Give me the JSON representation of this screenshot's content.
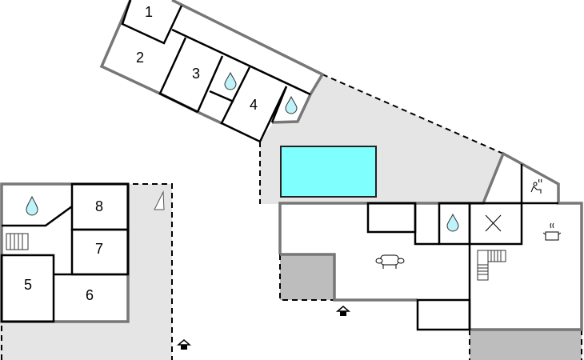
{
  "rooms": [
    "1",
    "2",
    "3",
    "4",
    "5",
    "6",
    "7",
    "8"
  ],
  "colors": {
    "terrace": "#e5e5e5",
    "covered": "#bdbdbd",
    "pool": "#80ffff",
    "water": "#bff3fa"
  },
  "icons": [
    "bathroom-drop-icon",
    "stairs-icon",
    "sofa-icon",
    "kitchen-pot-icon",
    "sauna-icon",
    "entrance-icon",
    "north-arrow-icon",
    "fireplace-x-icon"
  ]
}
